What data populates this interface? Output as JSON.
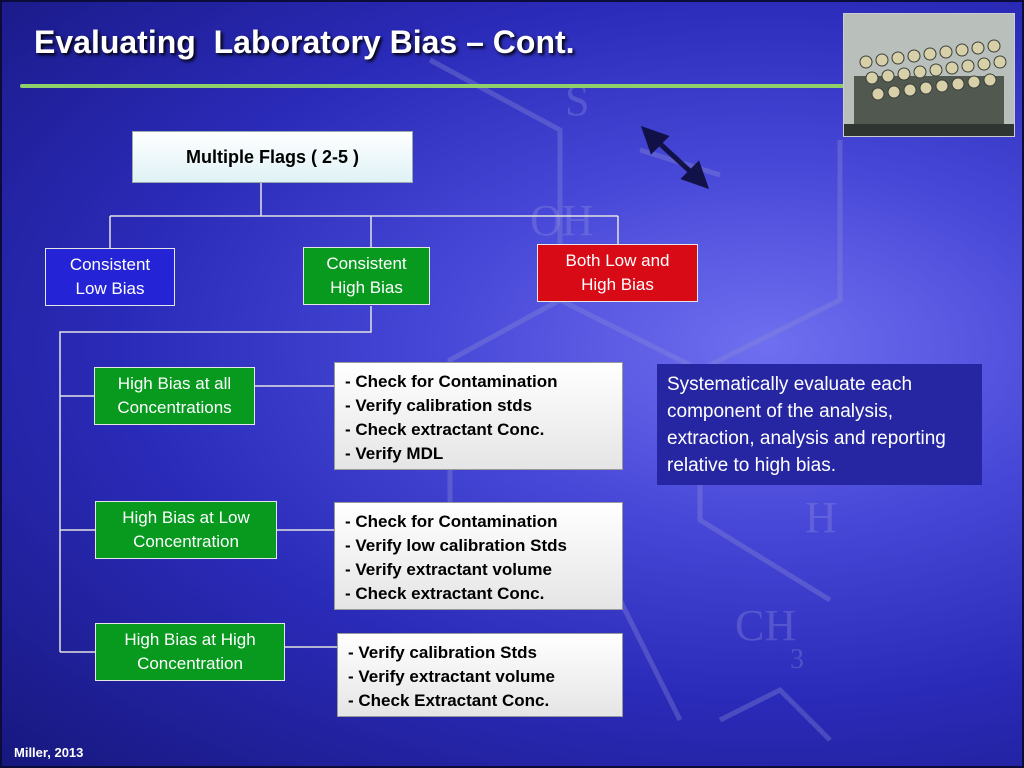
{
  "slide": {
    "title": "Evaluating  Laboratory Bias – Cont.",
    "footer": "Miller, 2013",
    "colors": {
      "accent_rule": "#8fd06a",
      "blue_box": "#2424d6",
      "green_box": "#079a1f",
      "red_box": "#d80a16"
    }
  },
  "chart": {
    "root": "Multiple Flags ( 2-5 )",
    "categories": [
      {
        "line1": "Consistent",
        "line2": "Low Bias"
      },
      {
        "line1": "Consistent",
        "line2": "High Bias"
      },
      {
        "line1": "Both Low and",
        "line2": "High Bias"
      }
    ],
    "subcategories": [
      {
        "line1": "High Bias at all",
        "line2": "Concentrations",
        "actions": [
          "- Check for Contamination",
          "- Verify calibration stds",
          "- Check extractant Conc.",
          "- Verify MDL"
        ]
      },
      {
        "line1": "High Bias at Low",
        "line2": "Concentration",
        "actions": [
          "- Check for Contamination",
          "- Verify low calibration Stds",
          "- Verify extractant volume",
          "- Check extractant Conc."
        ]
      },
      {
        "line1": "High Bias at High",
        "line2": "Concentration",
        "actions": [
          "- Verify calibration Stds",
          "- Verify extractant volume",
          "- Check Extractant Conc."
        ]
      }
    ]
  },
  "note": "Systematically evaluate each component of the analysis, extraction, analysis and reporting relative to high bias."
}
